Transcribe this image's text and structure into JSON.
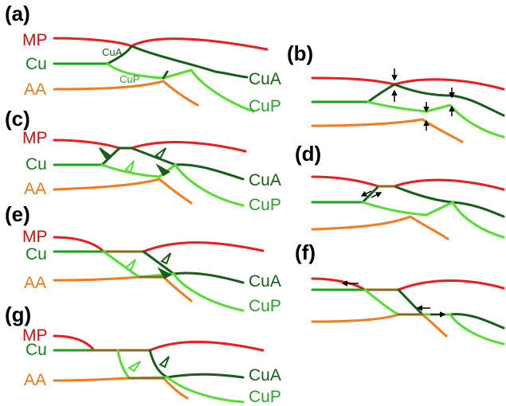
{
  "panels": [
    {
      "id": "a",
      "label": "(a)"
    },
    {
      "id": "b",
      "label": "(b)"
    },
    {
      "id": "c",
      "label": "(c)"
    },
    {
      "id": "d",
      "label": "(d)"
    },
    {
      "id": "e",
      "label": "(e)"
    },
    {
      "id": "f",
      "label": "(f)"
    },
    {
      "id": "g",
      "label": "(g)"
    }
  ],
  "veins": {
    "mp": "MP",
    "cu": "Cu",
    "aa": "AA",
    "cua": "CuA",
    "cup": "CuP"
  },
  "colors": {
    "mp": "#ee1c1c",
    "cu": "#1aa31a",
    "cua": "#1a5c1a",
    "cup": "#55dd33",
    "aa": "#f27c1f",
    "fused": "#8a6a1a"
  }
}
